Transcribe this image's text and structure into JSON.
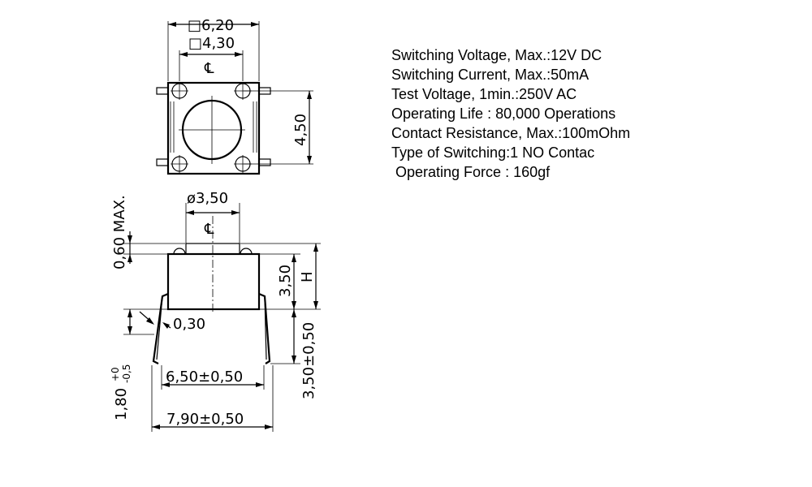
{
  "specifications": [
    "Switching Voltage, Max.:12V DC",
    "Switching Current, Max.:50mA",
    "Test Voltage, 1min.:250V AC",
    "Operating Life : 80,000 Operations",
    "Contact Resistance, Max.:100mOhm",
    "Type of Switching:1 NO Contac",
    " Operating Force : 160gf"
  ],
  "top_view": {
    "body_width": "□6,20",
    "pin_pitch": "□4,30",
    "pin_span": "4,50",
    "centerline_symbol": "℄"
  },
  "side_view": {
    "actuator_diameter": "ø3,50",
    "centerline_symbol": "℄",
    "actuator_max": "0,60 MAX.",
    "body_height": "3,50",
    "height_label": "H",
    "lead_thickness": "0,30",
    "lead_length": "3,50±0,50",
    "lead_offset": "1,80",
    "lead_offset_tol_upper": "+0",
    "lead_offset_tol_lower": "-0,5",
    "inner_lead_span": "6,50±0,50",
    "outer_lead_span": "7,90±0,50"
  }
}
